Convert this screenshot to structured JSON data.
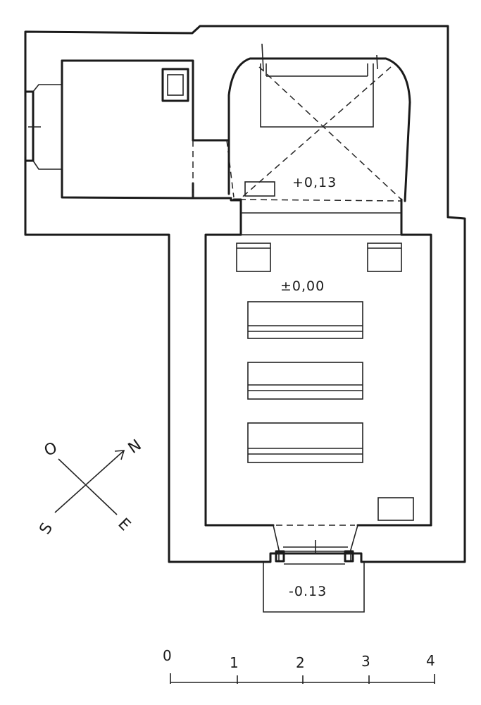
{
  "levels": {
    "chancel": "+0,13",
    "nave": "±0,00",
    "porch": "-0.13"
  },
  "compass": {
    "north": "N",
    "west": "O",
    "south": "S",
    "east": "E"
  },
  "scale_bar": {
    "ticks": [
      "0",
      "1",
      "2",
      "3",
      "4"
    ]
  }
}
